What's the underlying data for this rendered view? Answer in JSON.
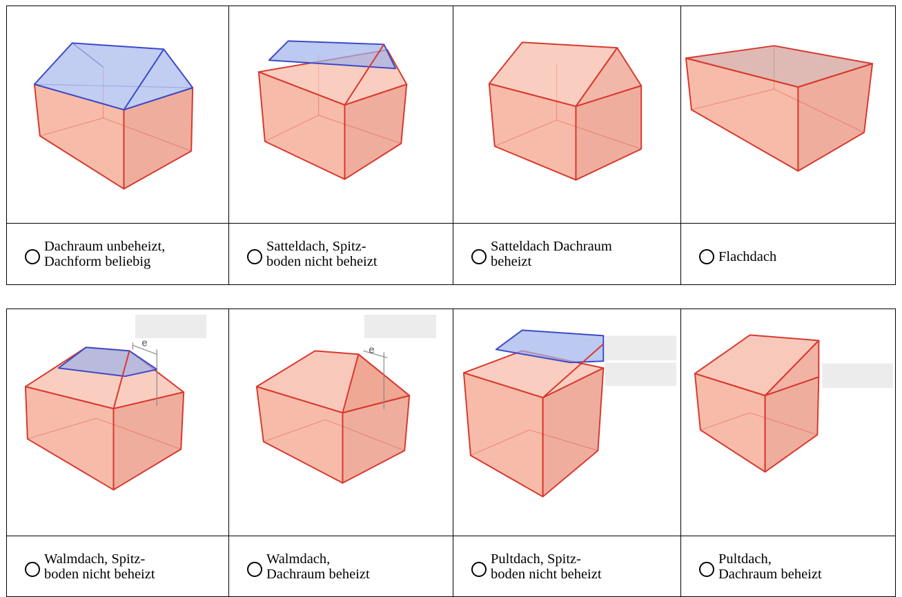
{
  "options": [
    {
      "id": "dachraum-unbeheizt",
      "label": "Dachraum unbeheizt,\nDachform beliebig",
      "selected": false
    },
    {
      "id": "satteldach-spitzboden",
      "label": "Satteldach, Spitz-\nboden nicht beheizt",
      "selected": false
    },
    {
      "id": "satteldach-dachraum-beheizt",
      "label": "Satteldach Dachraum\nbeheizt",
      "selected": false
    },
    {
      "id": "flachdach",
      "label": "Flachdach",
      "selected": false
    },
    {
      "id": "walmdach-spitzboden",
      "label": "Walmdach, Spitz-\nboden nicht beheizt",
      "selected": false
    },
    {
      "id": "walmdach-dachraum-beheizt",
      "label": "Walmdach,\nDachraum beheizt",
      "selected": false
    },
    {
      "id": "pultdach-spitzboden",
      "label": "Pultdach, Spitz-\nboden nicht beheizt",
      "selected": false
    },
    {
      "id": "pultdach-dachraum-beheizt",
      "label": "Pultdach,\nDachraum beheizt",
      "selected": false
    }
  ],
  "dimension_label": "e",
  "colors": {
    "wall_edge": "#d9382e",
    "wall_fill": "#f4a58c",
    "roof_edge": "#3b49c9",
    "roof_fill": "#9fb2ea",
    "guide": "#888888"
  }
}
